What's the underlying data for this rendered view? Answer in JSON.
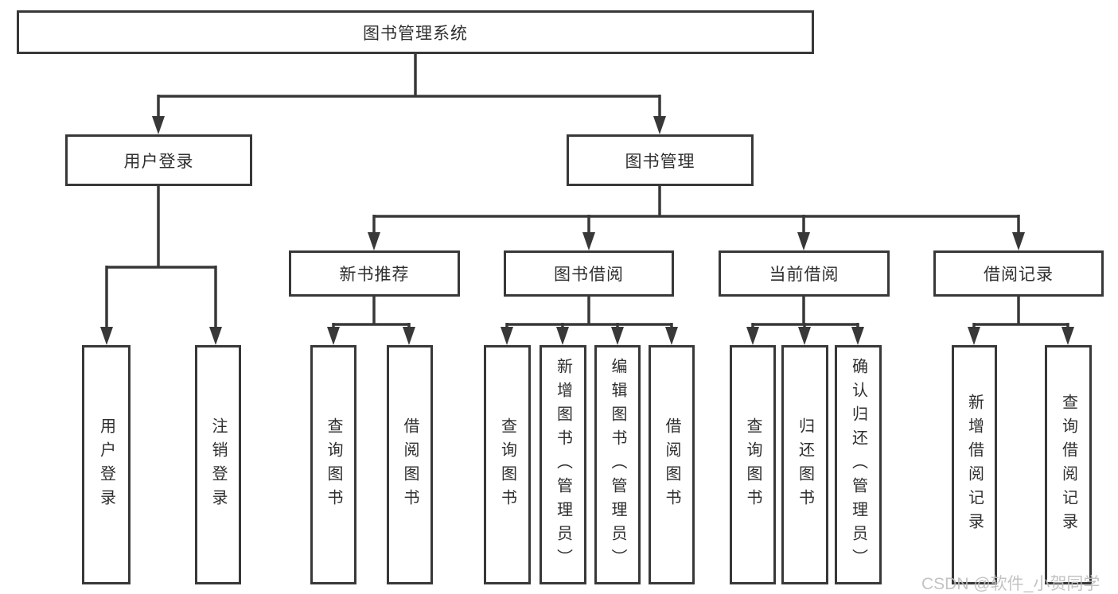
{
  "diagram": {
    "tree": {
      "label": "图书管理系统",
      "children": [
        {
          "label": "用户登录",
          "children": [
            {
              "label": "用户登录"
            },
            {
              "label": "注销登录"
            }
          ]
        },
        {
          "label": "图书管理",
          "children": [
            {
              "label": "新书推荐",
              "children": [
                {
                  "label": "查询图书"
                },
                {
                  "label": "借阅图书"
                }
              ]
            },
            {
              "label": "图书借阅",
              "children": [
                {
                  "label": "查询图书"
                },
                {
                  "label": "新增图书（管理员）"
                },
                {
                  "label": "编辑图书（管理员）"
                },
                {
                  "label": "借阅图书"
                }
              ]
            },
            {
              "label": "当前借阅",
              "children": [
                {
                  "label": "查询图书"
                },
                {
                  "label": "归还图书"
                },
                {
                  "label": "确认归还（管理员）"
                }
              ]
            },
            {
              "label": "借阅记录",
              "children": [
                {
                  "label": "新增借阅记录"
                },
                {
                  "label": "查询借阅记录"
                }
              ]
            }
          ]
        }
      ]
    },
    "colors": {
      "line": "#383838",
      "text": "#2f2f2f",
      "watermark": "#bdbdbd",
      "background": "#ffffff"
    }
  },
  "watermark": "CSDN @软件_小贺同学"
}
